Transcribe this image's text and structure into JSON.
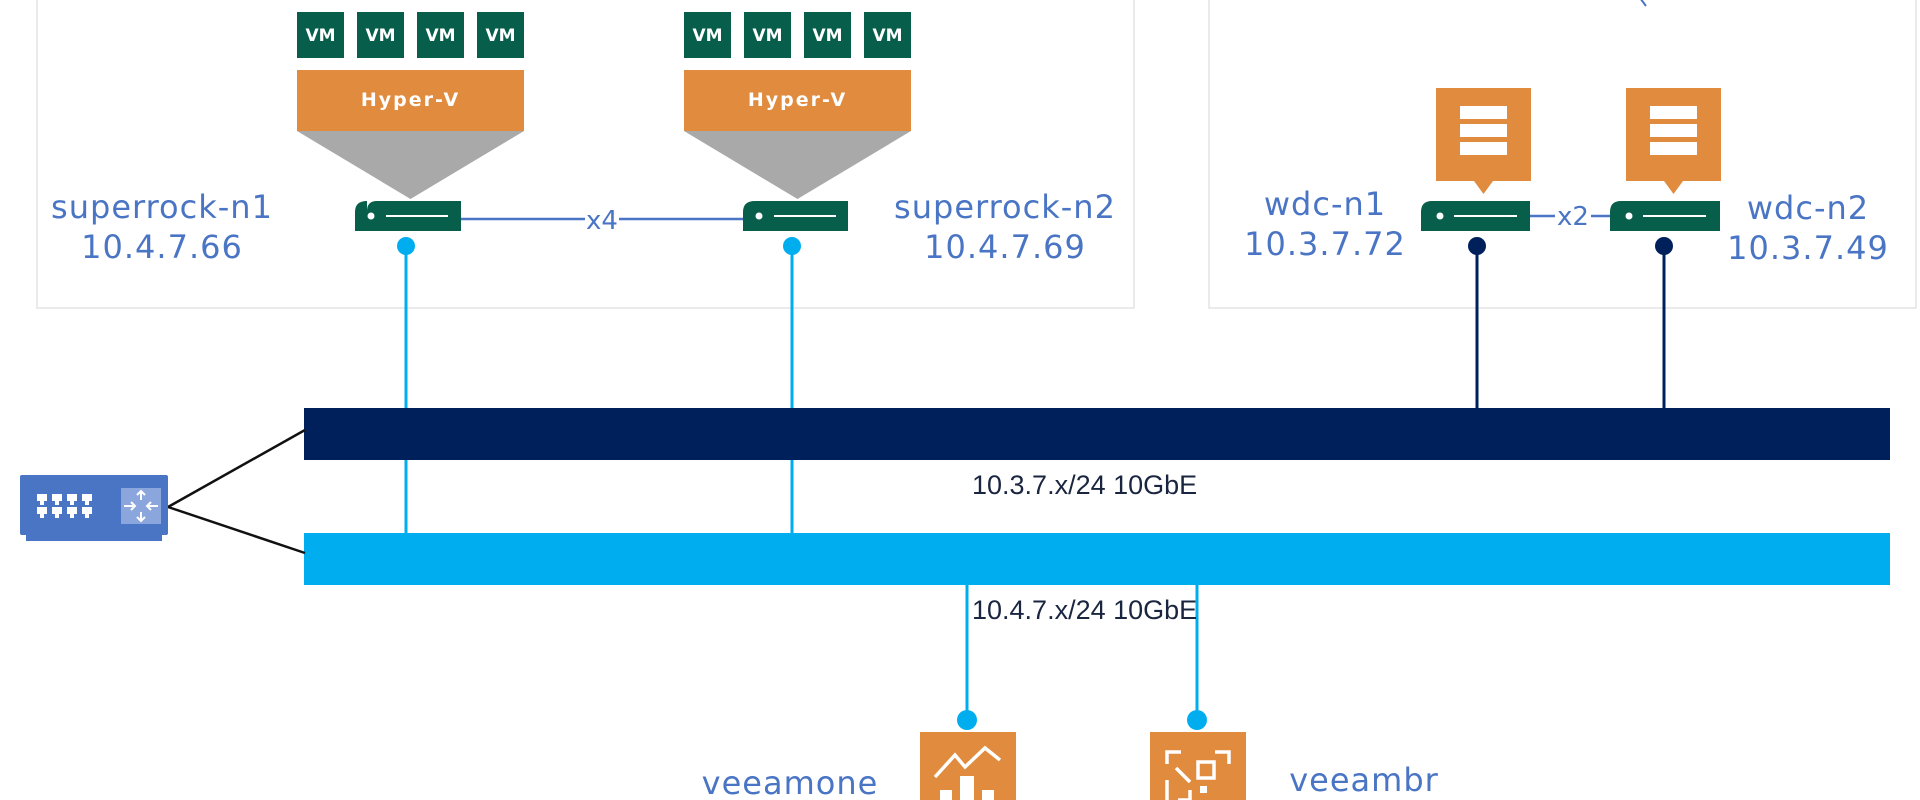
{
  "colors": {
    "vm": "#075e4a",
    "hypervisor": "#e08b3e",
    "server": "#075e4a",
    "label": "#4a75c4",
    "net_a": "#00205c",
    "net_b": "#00aef0",
    "tile": "#e08b3e",
    "switch": "#4a75c4",
    "box_border": "#e3e3e3"
  },
  "clusters": {
    "hyperv": {
      "hosts": [
        {
          "id": "n1",
          "vm_label": "VM",
          "vm_count": 4,
          "hypervisor": "Hyper-V",
          "name": "superrock-n1",
          "ip": "10.4.7.66"
        },
        {
          "id": "n2",
          "vm_label": "VM",
          "vm_count": 4,
          "hypervisor": "Hyper-V",
          "name": "superrock-n2",
          "ip": "10.4.7.69"
        }
      ],
      "link_label": "x4"
    },
    "wdc": {
      "hosts": [
        {
          "id": "w1",
          "name": "wdc-n1",
          "ip": "10.3.7.72",
          "icon": "storage-server-icon"
        },
        {
          "id": "w2",
          "name": "wdc-n2",
          "ip": "10.3.7.49",
          "icon": "storage-server-icon"
        }
      ],
      "link_label": "x2"
    }
  },
  "networks": [
    {
      "id": "net-a",
      "label": "10.3.7.x/24 10GbE"
    },
    {
      "id": "net-b",
      "label": "10.4.7.x/24 10GbE"
    }
  ],
  "switch": {
    "icon": "network-switch-icon"
  },
  "servers": [
    {
      "name": "veeamone",
      "icon": "monitoring-chart-icon"
    },
    {
      "name": "veeambr",
      "icon": "backup-replication-icon"
    }
  ]
}
